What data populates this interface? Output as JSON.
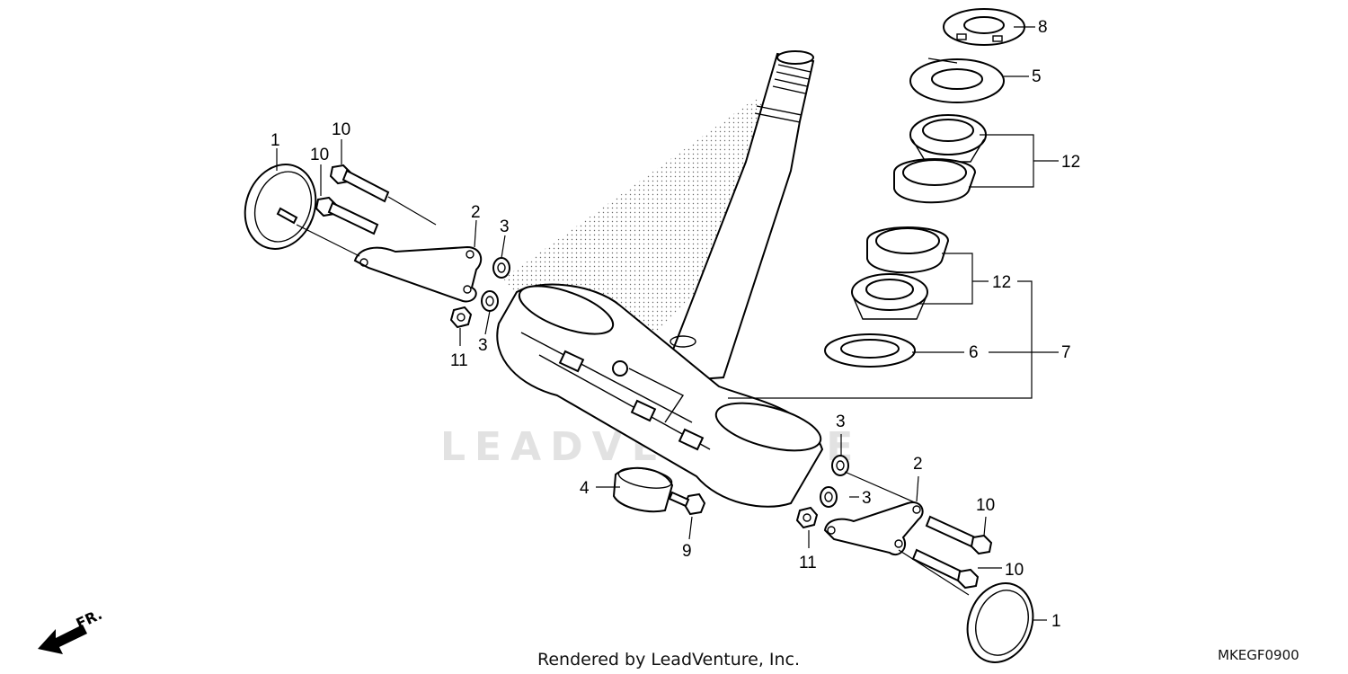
{
  "diagram": {
    "watermark": "LEADVENTURE",
    "footer": "Rendered by LeadVenture, Inc.",
    "diagram_code": "MKEGF0900",
    "front_indicator": "FR.",
    "callouts": {
      "c1_left": "1",
      "c1_right": "1",
      "c2_left": "2",
      "c2_right": "2",
      "c3_a": "3",
      "c3_b": "3",
      "c3_c": "3",
      "c3_d": "3",
      "c4": "4",
      "c5": "5",
      "c6": "6",
      "c7": "7",
      "c8": "8",
      "c9": "9",
      "c10_a": "10",
      "c10_b": "10",
      "c10_c": "10",
      "c10_d": "10",
      "c11_left": "11",
      "c11_right": "11",
      "c12_upper": "12",
      "c12_lower": "12"
    }
  }
}
